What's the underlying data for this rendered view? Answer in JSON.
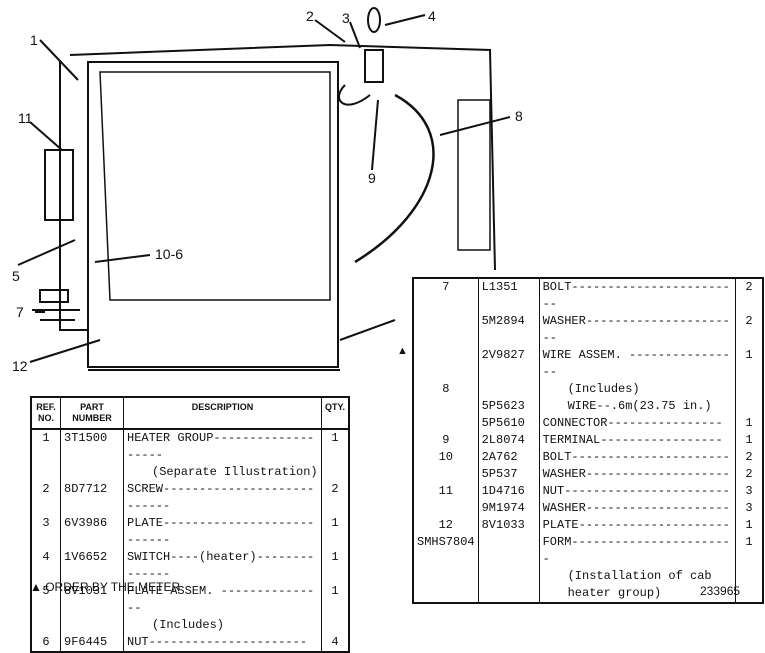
{
  "callouts": [
    "1",
    "2",
    "3",
    "4",
    "11",
    "10-6",
    "5",
    "7",
    "12",
    "8",
    "9"
  ],
  "left_table": {
    "headers": [
      "REF. NO.",
      "PART NUMBER",
      "DESCRIPTION",
      "QTY."
    ],
    "rows": [
      {
        "ref": "1",
        "part": "3T1500",
        "desc": "HEATER GROUP-------------------",
        "qty": "1"
      },
      {
        "ref": "",
        "part": "",
        "desc": "(Separate Illustration)",
        "qty": ""
      },
      {
        "ref": "2",
        "part": "8D7712",
        "desc": "SCREW---------------------------",
        "qty": "2"
      },
      {
        "ref": "3",
        "part": "6V3986",
        "desc": "PLATE---------------------------",
        "qty": "1"
      },
      {
        "ref": "4",
        "part": "1V6652",
        "desc": "SWITCH----(heater)--------------",
        "qty": "1"
      },
      {
        "ref": "5",
        "part": "8V1031",
        "desc": "PLATE ASSEM. ---------------",
        "qty": "1"
      },
      {
        "ref": "",
        "part": "",
        "desc": "(Includes)",
        "qty": ""
      },
      {
        "ref": "6",
        "part": "9F6445",
        "desc": "NUT----------------------",
        "qty": "4"
      }
    ]
  },
  "right_table": {
    "rows": [
      {
        "ref": "7",
        "part": "L1351",
        "desc": "BOLT------------------------",
        "qty": "2"
      },
      {
        "ref": "",
        "part": "5M2894",
        "desc": "WASHER----------------------",
        "qty": "2"
      },
      {
        "ref": "",
        "part": "2V9827",
        "desc": "WIRE ASSEM. ----------------",
        "qty": "1"
      },
      {
        "ref": "8",
        "part": "",
        "desc": "(Includes)",
        "qty": ""
      },
      {
        "ref": "",
        "part": "5P5623",
        "desc": "WIRE--.6m(23.75 in.)",
        "qty": ""
      },
      {
        "ref": "",
        "part": "5P5610",
        "desc": "CONNECTOR----------------",
        "qty": "1"
      },
      {
        "ref": "9",
        "part": "2L8074",
        "desc": "TERMINAL-----------------",
        "qty": "1"
      },
      {
        "ref": "10",
        "part": "2A762",
        "desc": "BOLT----------------------",
        "qty": "2"
      },
      {
        "ref": "",
        "part": "5P537",
        "desc": "WASHER--------------------",
        "qty": "2"
      },
      {
        "ref": "11",
        "part": "1D4716",
        "desc": "NUT-----------------------",
        "qty": "3"
      },
      {
        "ref": "",
        "part": "9M1974",
        "desc": "WASHER--------------------",
        "qty": "3"
      },
      {
        "ref": "12",
        "part": "8V1033",
        "desc": "PLATE---------------------",
        "qty": "1"
      },
      {
        "ref": "",
        "part": "",
        "desc": "",
        "qty": ""
      },
      {
        "ref": "",
        "part": "",
        "desc": "",
        "qty": ""
      },
      {
        "ref": "",
        "part": "",
        "desc": "",
        "qty": ""
      },
      {
        "ref": "SMHS7804",
        "part": "",
        "desc": "FORM-----------------------",
        "qty": "1"
      },
      {
        "ref": "",
        "part": "",
        "desc": "(Installation of cab heater group)",
        "qty": ""
      }
    ]
  },
  "footnote": "▲ ORDER BY THE METER",
  "drawing_number": "233965",
  "triangle": "▲"
}
